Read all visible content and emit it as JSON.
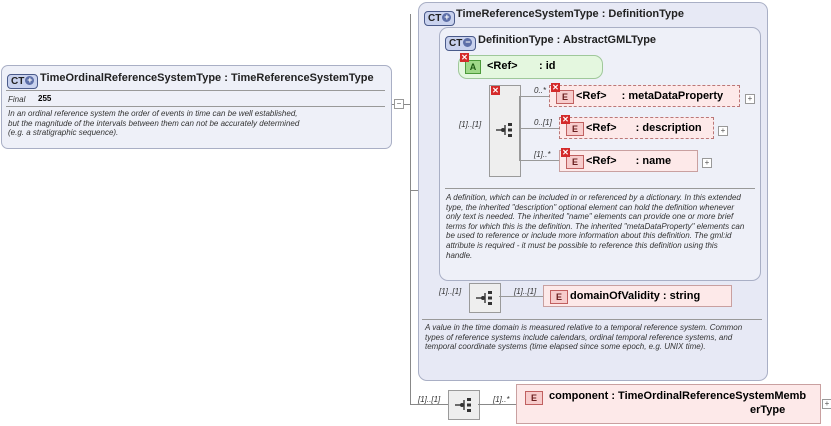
{
  "main_type": {
    "badge": "CT",
    "title": "TimeOrdinalReferenceSystemType : TimeReferenceSystemType",
    "final_label": "Final",
    "final_value": "255",
    "doc": "In an ordinal reference system the order of events in time can be well established, but the magnitude of the intervals between them can not be accurately determined (e.g. a stratigraphic sequence)."
  },
  "base_type": {
    "badge": "CT",
    "title": "TimeReferenceSystemType : DefinitionType",
    "doc": "A value in the time domain is measured relative to a temporal reference system. Common types of reference systems include calendars, ordinal temporal reference systems, and temporal coordinate systems (time elapsed since some epoch, e.g. UNIX time)."
  },
  "definition_type": {
    "badge": "CT",
    "title": "DefinitionType : AbstractGMLType",
    "attribute": {
      "badge": "A",
      "ref": "<Ref>",
      "name": ": id"
    },
    "seq_mult": "[1]..[1]",
    "elements": [
      {
        "mult": "0..*",
        "badge": "E",
        "ref": "<Ref>",
        "name": ": metaDataProperty"
      },
      {
        "mult": "0..[1]",
        "badge": "E",
        "ref": "<Ref>",
        "name": ": description"
      },
      {
        "mult": "[1]..*",
        "badge": "E",
        "ref": "<Ref>",
        "name": ": name"
      }
    ],
    "doc": "A definition, which can be included in or referenced by a dictionary. In this extended type, the inherited \"description\" optional element can hold the definition whenever only text is needed. The inherited \"name\" elements can provide one or more brief terms for which this is the definition. The inherited \"metaDataProperty\" elements can be used to reference or include more information about this definition. The gml:id attribute is required - it must be possible to reference this definition using this handle."
  },
  "domain_seq": {
    "seq_mult": "[1]..[1]",
    "element_mult": "[1]..[1]",
    "badge": "E",
    "name": "domainOfValidity : string"
  },
  "component_seq": {
    "seq_mult": "[1]..[1]",
    "element_mult": "[1]..*",
    "badge": "E",
    "name_line1": "component : TimeOrdinalReferenceSystemMemb",
    "name_line2": "erType"
  },
  "symbols": {
    "plus": "+",
    "minus": "−",
    "cross": "✕"
  }
}
